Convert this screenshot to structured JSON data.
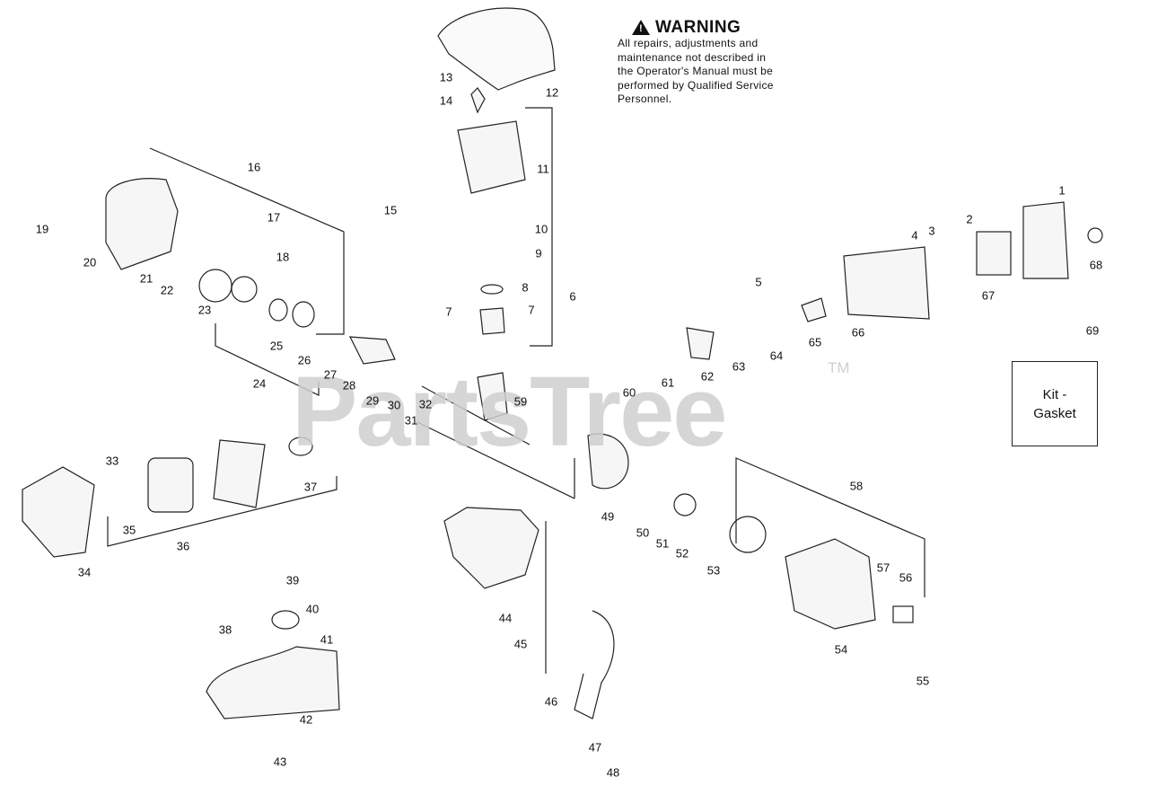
{
  "warning": {
    "title": "WARNING",
    "lines": [
      "All repairs, adjustments and",
      "maintenance not described in",
      "the Operator's Manual must be",
      "performed by Qualified Service",
      "Personnel."
    ]
  },
  "kit_label": [
    "Kit -",
    "Gasket"
  ],
  "watermark": "PartsTree",
  "trademark": "TM",
  "part_numbers": [
    "1",
    "2",
    "3",
    "4",
    "5",
    "6",
    "7",
    "7",
    "8",
    "9",
    "10",
    "11",
    "12",
    "13",
    "14",
    "15",
    "16",
    "17",
    "18",
    "19",
    "20",
    "21",
    "22",
    "23",
    "24",
    "25",
    "26",
    "27",
    "28",
    "29",
    "30",
    "31",
    "32",
    "33",
    "34",
    "35",
    "36",
    "37",
    "38",
    "39",
    "40",
    "41",
    "42",
    "43",
    "44",
    "45",
    "46",
    "47",
    "48",
    "49",
    "50",
    "51",
    "52",
    "53",
    "54",
    "55",
    "56",
    "57",
    "58",
    "59",
    "60",
    "61",
    "62",
    "63",
    "64",
    "65",
    "66",
    "67",
    "68",
    "69"
  ]
}
